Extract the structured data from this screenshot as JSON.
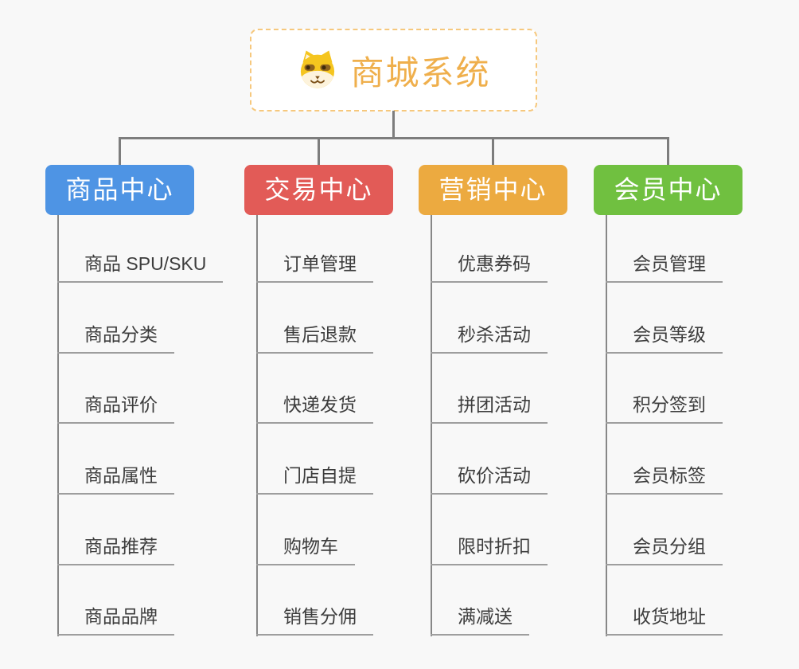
{
  "root": {
    "title": "商城系统",
    "icon": "dog-face-icon",
    "text_color": "#efaf4c",
    "border_color": "#f6c87d"
  },
  "branches": [
    {
      "label": "商品中心",
      "color": "#4e94e4",
      "children": [
        "商品 SPU/SKU",
        "商品分类",
        "商品评价",
        "商品属性",
        "商品推荐",
        "商品品牌"
      ]
    },
    {
      "label": "交易中心",
      "color": "#e25b57",
      "children": [
        "订单管理",
        "售后退款",
        "快递发货",
        "门店自提",
        "购物车",
        "销售分佣"
      ]
    },
    {
      "label": "营销中心",
      "color": "#ecaa40",
      "children": [
        "优惠券码",
        "秒杀活动",
        "拼团活动",
        "砍价活动",
        "限时折扣",
        "满减送"
      ]
    },
    {
      "label": "会员中心",
      "color": "#70c040",
      "children": [
        "会员管理",
        "会员等级",
        "积分签到",
        "会员标签",
        "会员分组",
        "收货地址"
      ]
    }
  ],
  "style": {
    "background": "#f8f8f8",
    "connector_color": "#7d7d7d",
    "column_line_color": "#878787",
    "underline_color": "#9e9e9e",
    "child_text_color": "#3d3d3d"
  }
}
